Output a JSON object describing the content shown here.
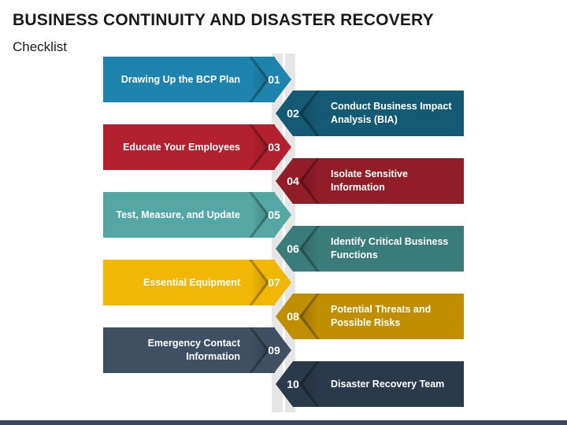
{
  "title": "BUSINESS CONTINUITY AND DISASTER RECOVERY",
  "subtitle": "Checklist",
  "items": [
    {
      "num": "01",
      "label": "Drawing Up the BCP Plan",
      "side": "left",
      "color": "#1f84ad"
    },
    {
      "num": "02",
      "label": "Conduct Business Impact Analysis (BIA)",
      "side": "right",
      "color": "#145a75"
    },
    {
      "num": "03",
      "label": "Educate Your Employees",
      "side": "left",
      "color": "#b3202e"
    },
    {
      "num": "04",
      "label": "Isolate Sensitive Information",
      "side": "right",
      "color": "#901d27"
    },
    {
      "num": "05",
      "label": "Test, Measure, and Update",
      "side": "left",
      "color": "#55a7a5"
    },
    {
      "num": "06",
      "label": "Identify Critical Business Functions",
      "side": "right",
      "color": "#3a7c7a"
    },
    {
      "num": "07",
      "label": "Essential Equipment",
      "side": "left",
      "color": "#f2b705"
    },
    {
      "num": "08",
      "label": "Potential Threats and Possible Risks",
      "side": "right",
      "color": "#c08f00"
    },
    {
      "num": "09",
      "label": "Emergency Contact Information",
      "side": "left",
      "color": "#3e5062"
    },
    {
      "num": "10",
      "label": "Disaster Recovery Team",
      "side": "right",
      "color": "#2b3a4a"
    }
  ]
}
